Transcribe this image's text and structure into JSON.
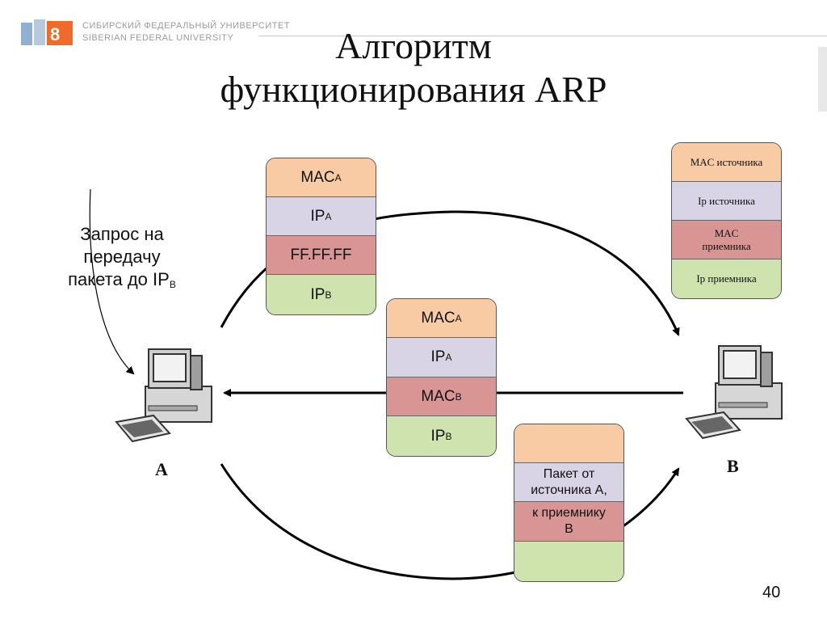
{
  "header": {
    "logo_line1": "СИБИРСКИЙ ФЕДЕРАЛЬНЫЙ УНИВЕРСИТЕТ",
    "logo_line2": "SIBERIAN FEDERAL UNIVERSITY"
  },
  "title": {
    "line1": "Алгоритм",
    "line2": "функционирования ARP"
  },
  "request_text": {
    "l1": "Запрос на",
    "l2": "передачу",
    "l3": "пакета до IP",
    "l3_sub": "B"
  },
  "nodes": {
    "a": "A",
    "b": "B"
  },
  "legend": {
    "src_mac": "MAC источника",
    "src_ip": "Ip источника",
    "dst_mac_l1": "MAC",
    "dst_mac_l2": "приемника",
    "dst_ip": "Ip приемника"
  },
  "arp_request": {
    "mac": "MAC",
    "mac_sub": "A",
    "ip": "IP",
    "ip_sub": "A",
    "dst_mac": "FF.FF.FF",
    "dst_ip": "IP",
    "dst_ip_sub": "B"
  },
  "arp_reply": {
    "mac": "MAC",
    "mac_sub": "A",
    "ip": "IP",
    "ip_sub": "A",
    "dst_mac": "MAC",
    "dst_mac_sub": "B",
    "dst_ip": "IP",
    "dst_ip_sub": "B"
  },
  "data_packet": {
    "l1": "Пакет от",
    "l2": "источника А,",
    "l3": "к приемнику",
    "l4": "В"
  },
  "page_number": "40",
  "colors": {
    "orange": "#f8cba4",
    "violet": "#d9d3e6",
    "red": "#d99594",
    "green": "#cfe3ae"
  }
}
